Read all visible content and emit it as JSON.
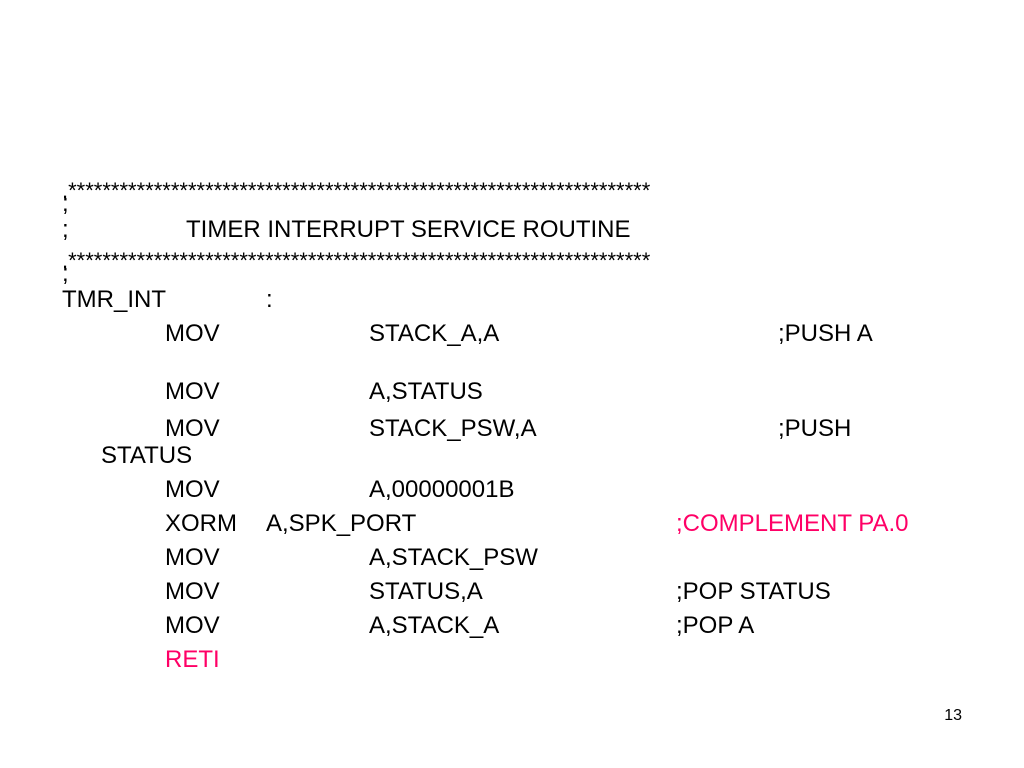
{
  "header": {
    "star_line_1": ".********************************************************************",
    "star_line_2": ".********************************************************************",
    "semicolon": ";",
    "title_prefix": ";",
    "title": "TIMER INTERRUPT SERVICE ROUTINE"
  },
  "label": {
    "name": "TMR_INT",
    "colon": ":"
  },
  "code": [
    {
      "op": "MOV",
      "arg": "STACK_A,A",
      "comment": ";PUSH A"
    },
    {
      "op": "MOV",
      "arg": "A,STATUS",
      "comment": ""
    },
    {
      "op": "MOV",
      "arg": "STACK_PSW,A",
      "comment": ";PUSH",
      "comment_cont": "STATUS"
    },
    {
      "op": "MOV",
      "arg": "A,00000001B",
      "comment": ""
    },
    {
      "op": "XORM",
      "arg": "A,SPK_PORT",
      "comment": ";COMPLEMENT PA.0"
    },
    {
      "op": "MOV",
      "arg": "A,STACK_PSW",
      "comment": ""
    },
    {
      "op": "MOV",
      "arg": "STATUS,A",
      "comment": ";POP STATUS"
    },
    {
      "op": "MOV",
      "arg": "A,STACK_A",
      "comment": ";POP A"
    },
    {
      "op": "RETI",
      "arg": "",
      "comment": ""
    }
  ],
  "colors": {
    "highlight": "#ff0066",
    "text": "#000000"
  },
  "page_number": "13"
}
